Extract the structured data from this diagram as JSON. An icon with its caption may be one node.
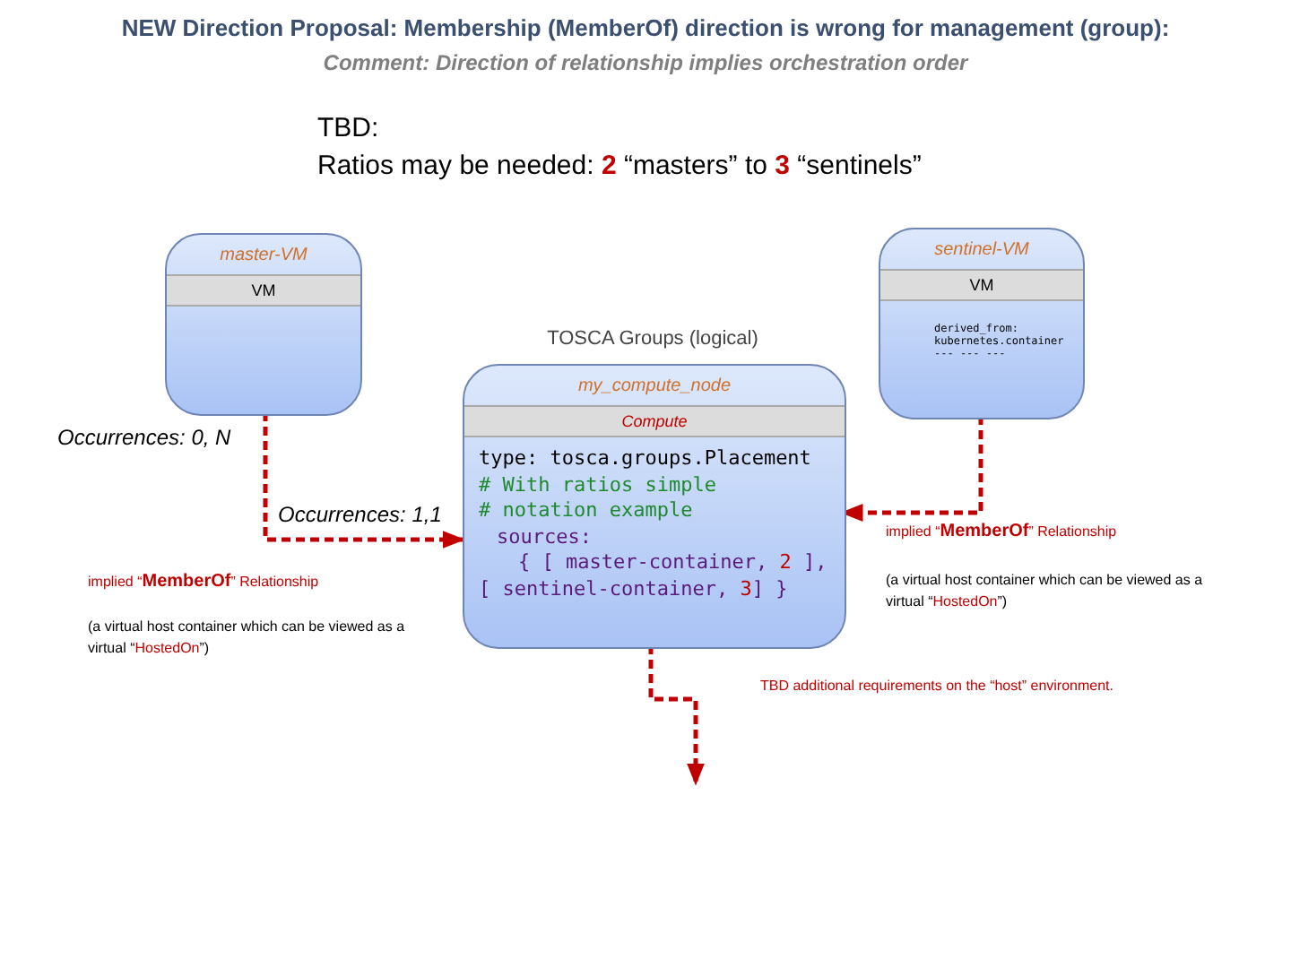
{
  "diagram": {
    "title": "NEW Direction Proposal: Membership (MemberOf) direction is wrong for management (group):",
    "nodes": [
      {
        "text": [
          "master-VM",
          "VM"
        ]
      },
      {
        "text": [
          "sentinel-VM",
          "VM",
          "derived_from: kubernetes.container --- --- ---"
        ]
      },
      {
        "text": [
          "TOSCA Groups (logical)",
          "my_compute_node",
          "Compute",
          "type: tosca.groups.Placement",
          "# With ratios simple",
          "# notation example",
          "sources:",
          "{ [ master-container, 2 ],",
          "[ sentinel-container, 3] }"
        ]
      }
    ],
    "edges": [
      {
        "from": 0,
        "to": 2,
        "arrow": "to",
        "label": "Occurrences: 1,1",
        "style": "dashed"
      },
      {
        "from": 1,
        "to": 2,
        "arrow": "to",
        "style": "dashed"
      },
      {
        "from": 2,
        "to": null,
        "arrow": "to",
        "style": "dashed"
      }
    ],
    "labels": [
      "Comment: Direction of relationship implies orchestration order",
      "TBD:",
      "Ratios may be needed: **2** “masters” to **3** “sentinels”",
      "Occurrences: 0, N",
      "implied “**MemberOf**” Relationship",
      "(a virtual host container which can be viewed as a virtual “**HostedOn**”)",
      "implied “**MemberOf**” Relationship",
      "(a virtual host container which can be viewed as a virtual “**HostedOn**”)",
      "TBD additional requirements on the “host” environment."
    ]
  }
}
